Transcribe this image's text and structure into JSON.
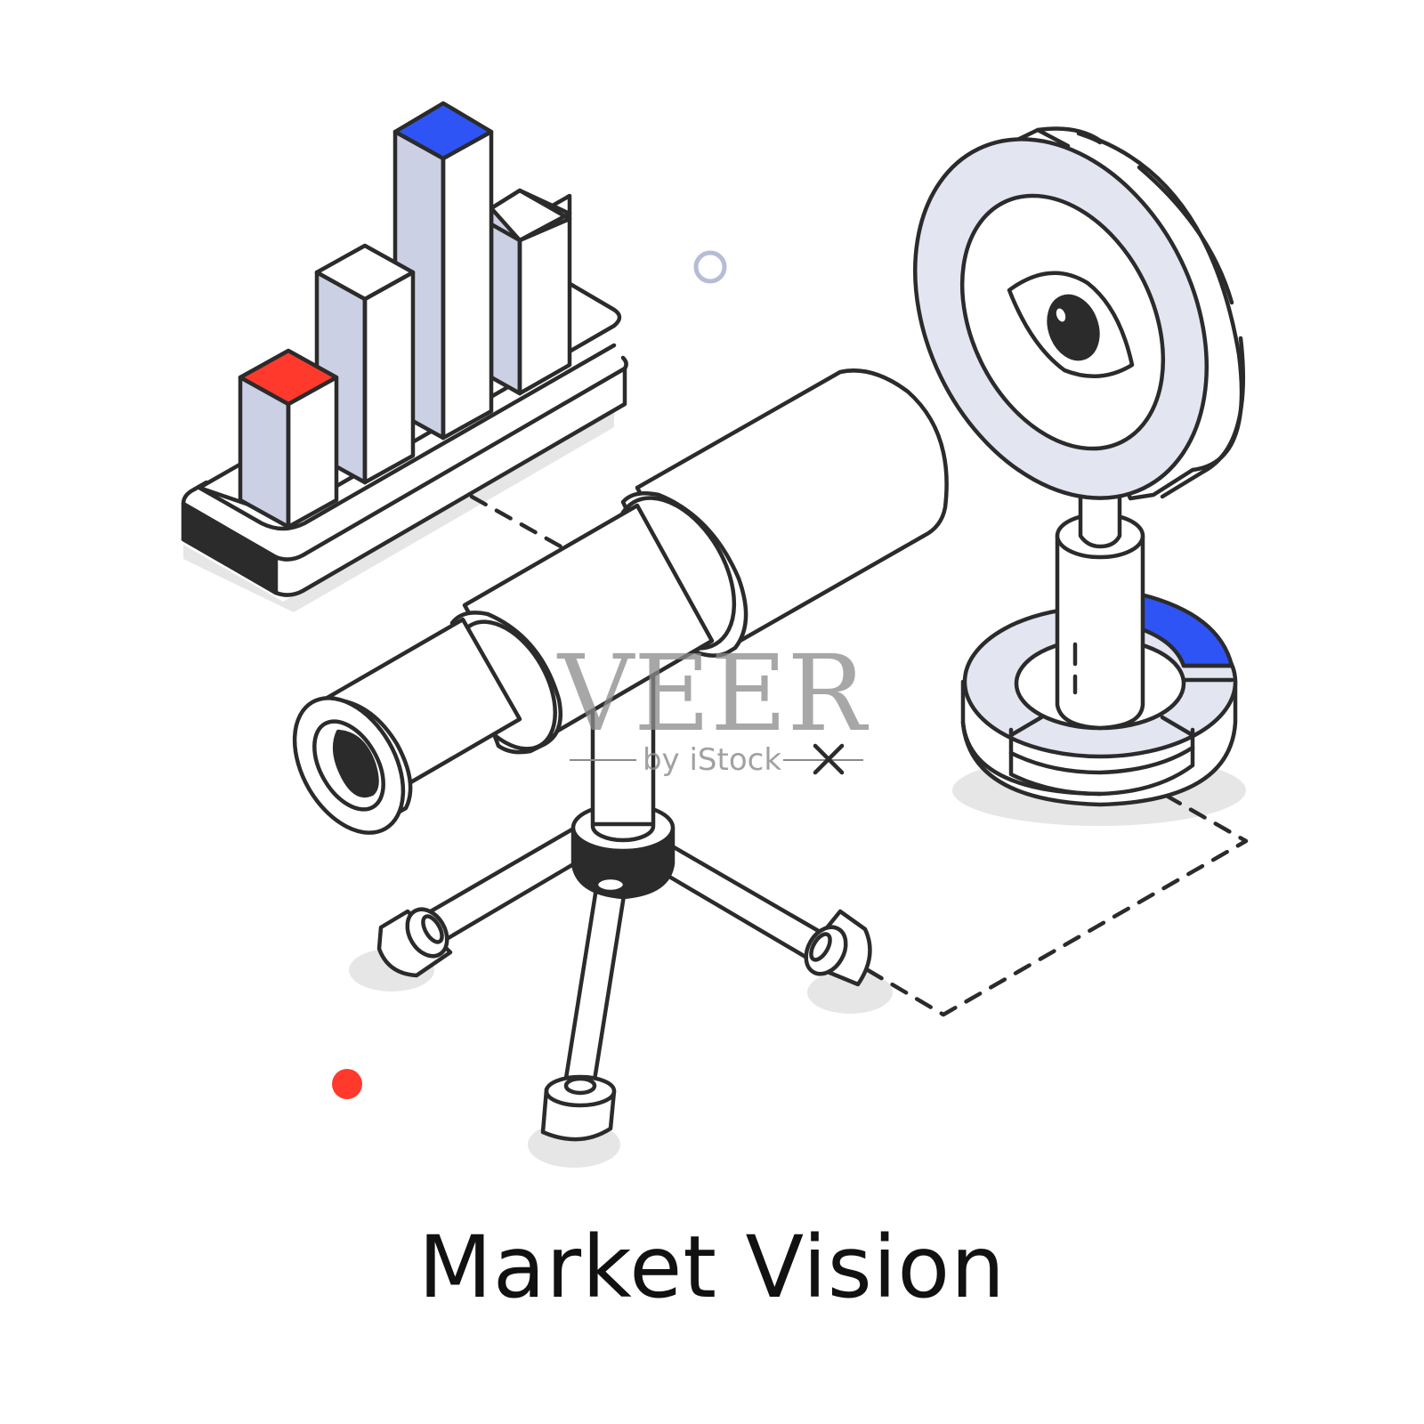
{
  "title": "Market Vision",
  "watermark": {
    "brand": "VEER",
    "sub": "by iStock"
  },
  "colors": {
    "stroke": "#2b2b2b",
    "fill_light": "#ccd0e4",
    "fill_pale": "#e3e6f1",
    "accent_red": "#ff3a2d",
    "accent_blue": "#2f54f5",
    "shadow": "#e6e6e6",
    "ring": "#b7bcd6"
  },
  "icons": {
    "chart": "bar-chart-icon",
    "telescope": "telescope-icon",
    "eye_target": "eye-target-icon"
  }
}
